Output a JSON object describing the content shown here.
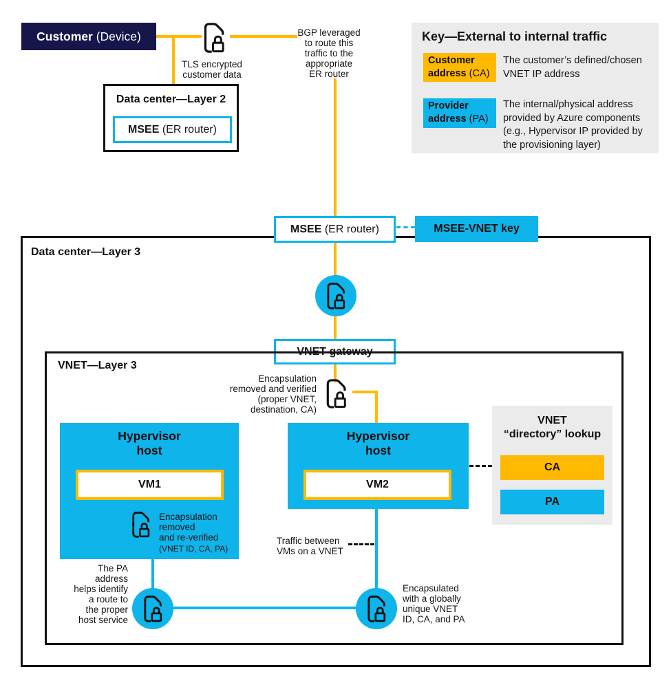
{
  "colors": {
    "cyan": "#0EB4EA",
    "orange": "#FFB900",
    "navy": "#17164B",
    "panel_gray": "#EBEBEB"
  },
  "customer_box": {
    "bold": "Customer",
    "rest": " (Device)"
  },
  "labels": {
    "tls": "TLS encrypted\ncustomer data",
    "bgp": "BGP leveraged\nto route this\ntraffic to the\nappropriate\nER router",
    "encap_verified": "Encapsulation\nremoved and verified\n(proper VNET,\ndestination, CA)",
    "encap_reverified": "Encapsulation\nremoved\nand re-verified",
    "encap_reverified_detail": "(VNET ID, CA, PA)",
    "pa_route": "The PA\naddress\nhelps identify\na route to\nthe proper\nhost service",
    "traffic_between": "Traffic between\nVMs on a VNET",
    "encapsulated_unique": "Encapsulated\nwith a globally\nunique VNET\nID, CA, and PA"
  },
  "layer2": {
    "title": "Data center—Layer 2",
    "msee_bold": "MSEE",
    "msee_rest": " (ER router)"
  },
  "layer3": {
    "title": "Data center—Layer 3"
  },
  "vnet": {
    "title": "VNET—Layer 3",
    "gateway": "VNET gateway"
  },
  "msee_mid": {
    "bold": "MSEE",
    "rest": " (ER router)"
  },
  "msee_vnet_key": "MSEE-VNET key",
  "hypervisor": {
    "title": "Hypervisor\nhost",
    "vm1": "VM1",
    "vm2": "VM2"
  },
  "directory": {
    "title": "VNET\n“directory” lookup",
    "ca": "CA",
    "pa": "PA"
  },
  "key": {
    "title": "Key—External to internal traffic",
    "entries": [
      {
        "label_bold": "Customer address",
        "label_rest": " (CA)",
        "desc": "The customer’s defined/chosen VNET IP address"
      },
      {
        "label_bold": "Provider address",
        "label_rest": " (PA)",
        "desc": "The internal/physical address provided by Azure components (e.g., Hypervisor IP provided by the provisioning layer)"
      }
    ]
  },
  "icon_names": {
    "doc_lock": "encrypted-data-lock-icon"
  }
}
